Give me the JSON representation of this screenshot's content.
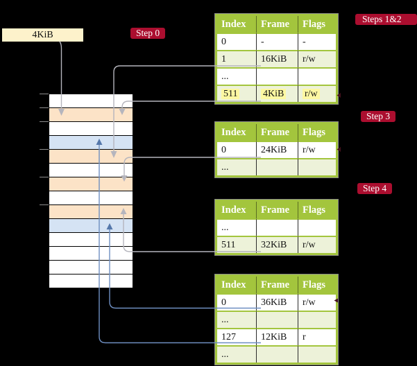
{
  "colors": {
    "background": "#000000",
    "accent_red": "#ab0e2f",
    "header_green": "#a3c53d",
    "row_green": "#edf2d9",
    "highlight_yellow": "#fdf8a2",
    "peach": "#fce3c7",
    "light_blue": "#d5e3f4",
    "cream": "#fdf2cb",
    "arrow_gray": "#b5b5bd",
    "arrow_blue": "#6e8ec1"
  },
  "page_size_box": {
    "label": "4KiB"
  },
  "step_labels": {
    "step0": "Step 0",
    "steps12": "Steps 1&2",
    "step3": "Step 3",
    "step4": "Step 4"
  },
  "memory_column": {
    "rows": [
      "white",
      "peach",
      "white",
      "blue",
      "peach",
      "white",
      "peach",
      "white",
      "peach",
      "blue",
      "white",
      "white",
      "white",
      "white"
    ],
    "tick_row_boundaries": [
      0,
      1,
      2,
      4,
      6,
      8
    ]
  },
  "tables": {
    "root": {
      "headers": [
        "Index",
        "Frame",
        "Flags"
      ],
      "rows": [
        [
          "0",
          "-",
          "-"
        ],
        [
          "1",
          "16KiB",
          "r/w"
        ],
        [
          "...",
          "",
          ""
        ],
        [
          "511",
          "4KiB",
          "r/w"
        ]
      ]
    },
    "step3": {
      "headers": [
        "Index",
        "Frame",
        "Flags"
      ],
      "rows": [
        [
          "0",
          "24KiB",
          "r/w"
        ],
        [
          "...",
          "",
          ""
        ]
      ]
    },
    "step4a": {
      "headers": [
        "Index",
        "Frame",
        "Flags"
      ],
      "rows": [
        [
          "...",
          "",
          ""
        ],
        [
          "511",
          "32KiB",
          "r/w"
        ]
      ]
    },
    "step4b": {
      "headers": [
        "Index",
        "Frame",
        "Flags"
      ],
      "rows": [
        [
          "0",
          "36KiB",
          "r/w"
        ],
        [
          "...",
          "",
          ""
        ],
        [
          "127",
          "12KiB",
          "r"
        ],
        [
          "...",
          "",
          ""
        ]
      ]
    }
  }
}
